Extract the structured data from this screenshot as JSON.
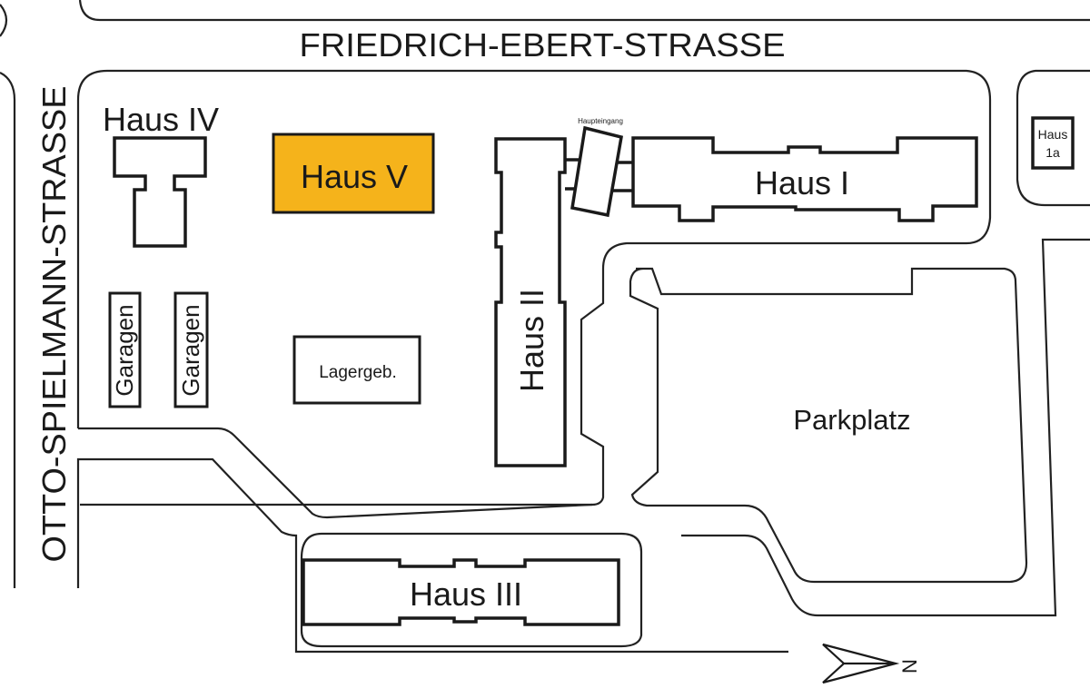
{
  "streets": {
    "north": "FRIEDRICH-EBERT-STRASSE",
    "west": "OTTO-SPIELMANN-STRASSE"
  },
  "buildings": {
    "haus_iv": "Haus IV",
    "haus_v": "Haus V",
    "haus_ii": "Haus II",
    "haus_i": "Haus I",
    "haus_1a_line1": "Haus",
    "haus_1a_line2": "1a",
    "haus_iii": "Haus III",
    "garage_1": "Garagen",
    "garage_2": "Garagen",
    "lager": "Lagergeb.",
    "entrance": "Haupteingang"
  },
  "areas": {
    "parking": "Parkplatz"
  },
  "compass": {
    "label": "N"
  },
  "colors": {
    "highlight": "#F5B31B",
    "line": "#1a1a1a",
    "background": "#ffffff"
  }
}
